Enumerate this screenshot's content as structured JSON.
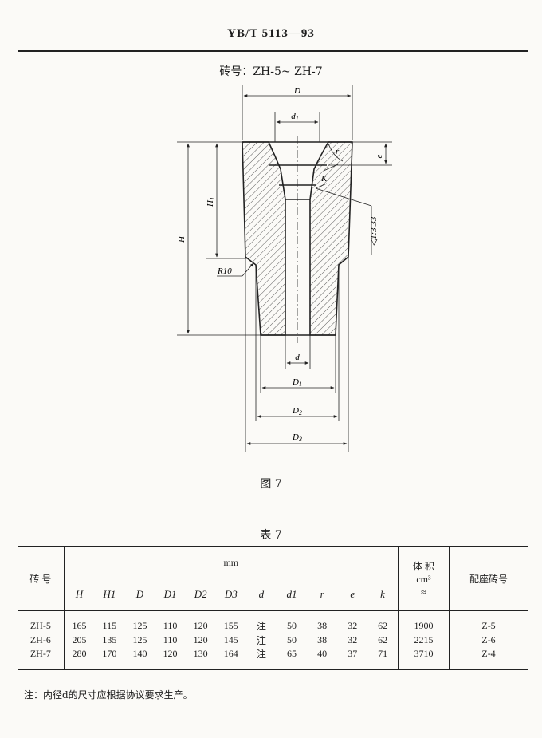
{
  "header": {
    "standard": "YB/T 5113—93"
  },
  "figure": {
    "brick_code": "砖号：ZH-5~ ZH-7",
    "caption": "图 7",
    "labels": {
      "D": "D",
      "d1": "d",
      "d1_sub": "1",
      "e": "e",
      "K": "K",
      "r": "r",
      "H1": "H",
      "H1_sub": "1",
      "H": "H",
      "R10": "R10",
      "taper": "◁1:3.33",
      "d": "d",
      "D1": "D",
      "D1_sub": "1",
      "D2": "D",
      "D2_sub": "2",
      "D3": "D",
      "D3_sub": "3"
    }
  },
  "table": {
    "caption": "表 7",
    "col_brick": "砖 号",
    "unit": "mm",
    "volume_header": [
      "体 积",
      "cm³",
      "≈"
    ],
    "mating_header": "配座砖号",
    "columns": [
      "H",
      "H1",
      "D",
      "D1",
      "D2",
      "D3",
      "d",
      "d1",
      "r",
      "e",
      "k"
    ],
    "rows": [
      {
        "name": "ZH-5",
        "values": [
          "165",
          "115",
          "125",
          "110",
          "120",
          "155",
          "注",
          "50",
          "38",
          "32",
          "62"
        ],
        "volume": "1900",
        "mating": "Z-5"
      },
      {
        "name": "ZH-6",
        "values": [
          "205",
          "135",
          "125",
          "110",
          "120",
          "145",
          "注",
          "50",
          "38",
          "32",
          "62"
        ],
        "volume": "2215",
        "mating": "Z-6"
      },
      {
        "name": "ZH-7",
        "values": [
          "280",
          "170",
          "140",
          "120",
          "130",
          "164",
          "注",
          "65",
          "40",
          "37",
          "71"
        ],
        "volume": "3710",
        "mating": "Z-4"
      }
    ]
  },
  "note": "注：内径d的尺寸应根据协议要求生产。"
}
